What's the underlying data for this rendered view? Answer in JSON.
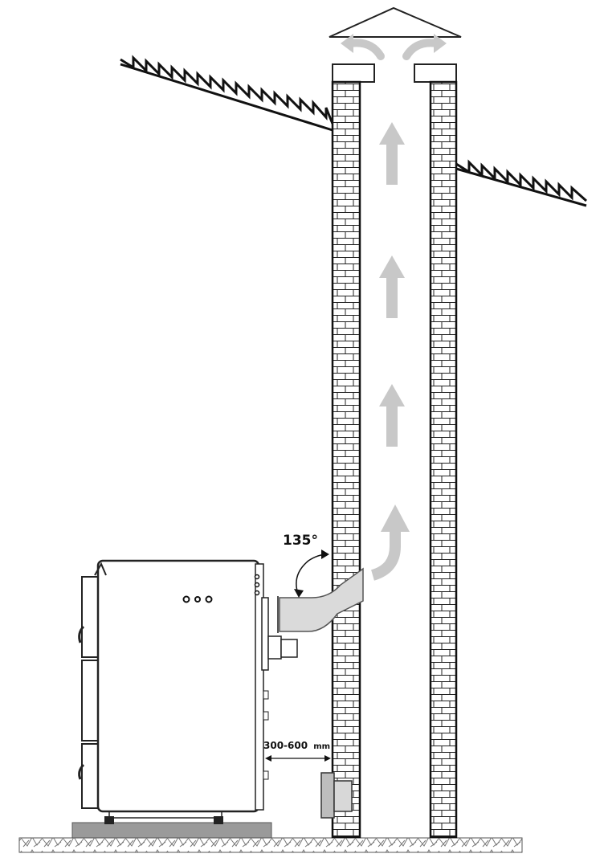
{
  "diagram": {
    "angle_label": "135°",
    "distance_value": "300-600",
    "distance_unit": "mm",
    "brick_color": "#111111",
    "flow_arrow_color": "#c8c8c8",
    "pipe_color": "#dadada",
    "floor_base_color": "#9a9a9a"
  }
}
